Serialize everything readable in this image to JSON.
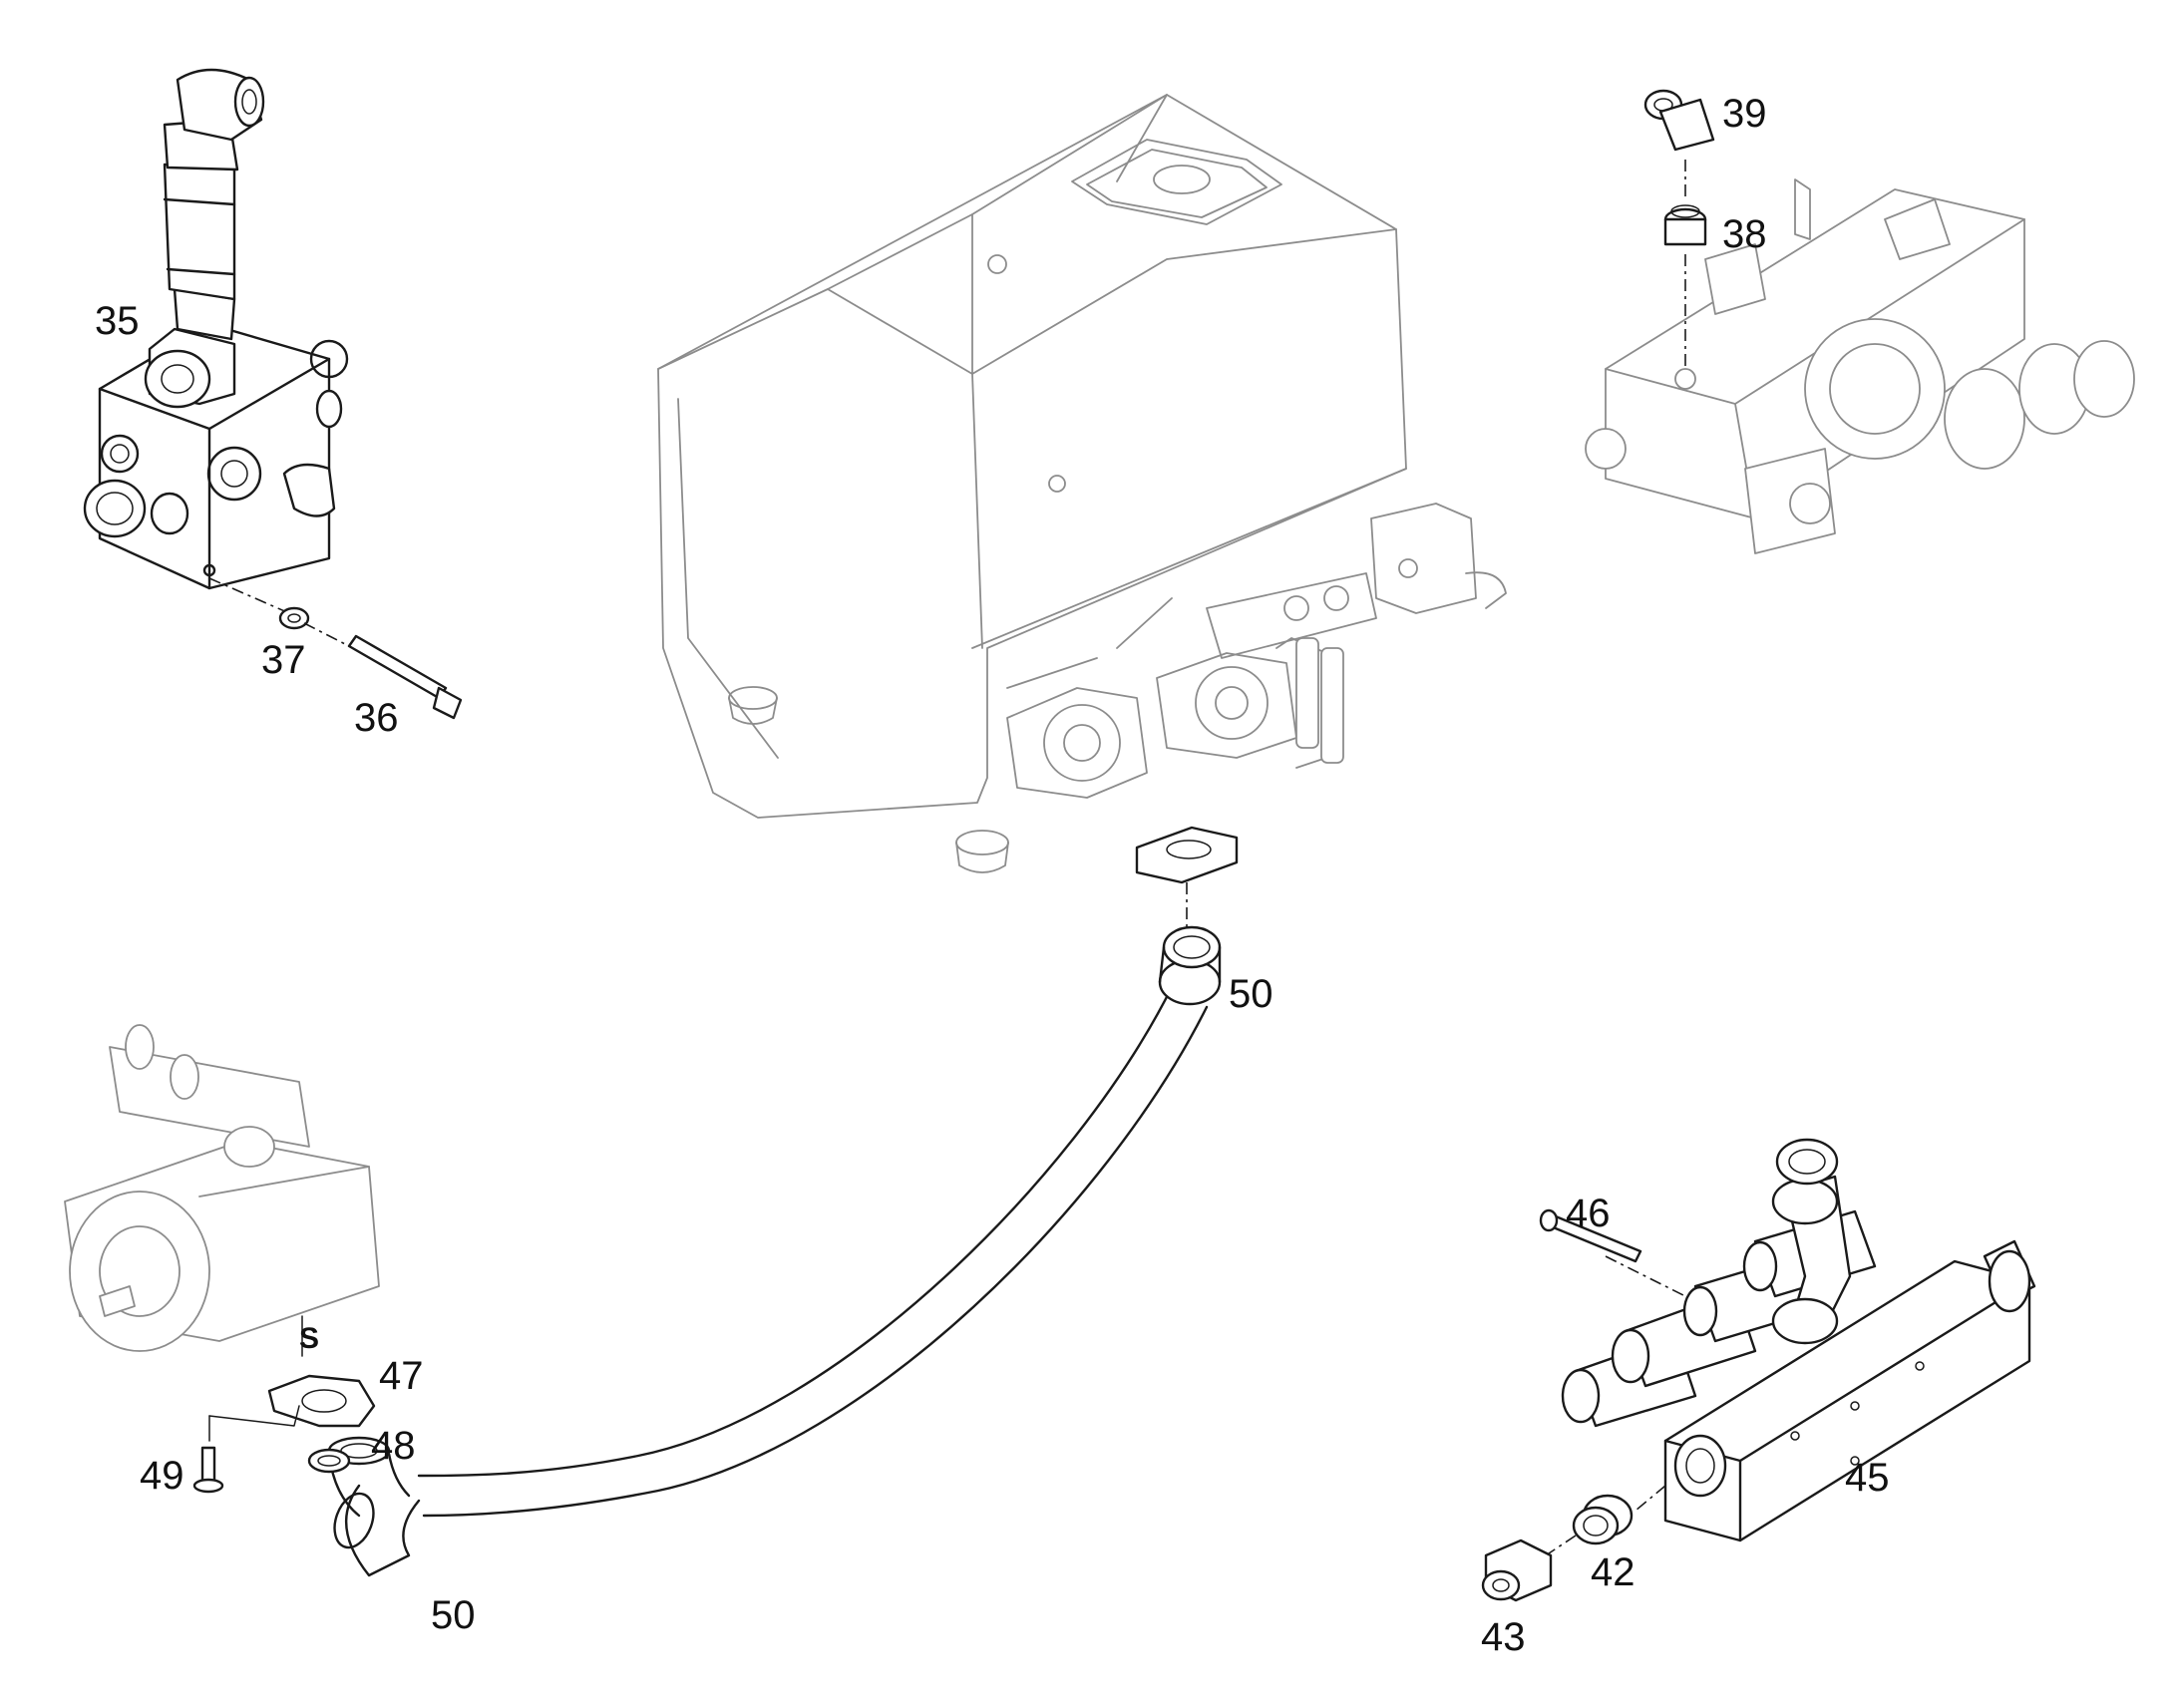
{
  "drawing": {
    "callouts": {
      "c35": "35",
      "c36": "36",
      "c37": "37",
      "c38": "38",
      "c39": "39",
      "c42": "42",
      "c43": "43",
      "c45": "45",
      "c46": "46",
      "c47": "47",
      "c48": "48",
      "c49": "49",
      "c50a": "50",
      "c50b": "50",
      "cs": "S"
    }
  },
  "colors": {
    "line": "#1a1a1a",
    "context_line": "#8c8c8c",
    "background": "#ffffff"
  }
}
